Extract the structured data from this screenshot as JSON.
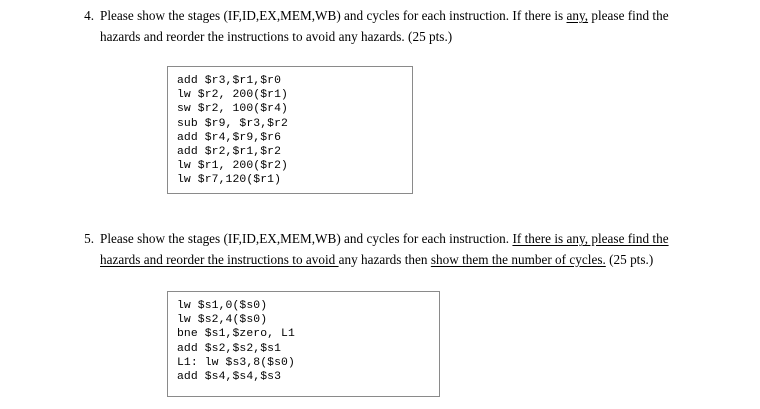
{
  "document": {
    "background_color": "#ffffff",
    "text_color": "#000000",
    "box_border_color": "#8a8a8a"
  },
  "questions": [
    {
      "number": "4.",
      "text_segments": [
        {
          "text": "Please show the stages (IF,ID,EX,MEM,WB) and cycles for each instruction. If there is ",
          "underline": false
        },
        {
          "text": "any,",
          "underline": true
        },
        {
          "text": " please find the hazards and reorder the instructions to avoid any hazards. (25 pts.)",
          "underline": false
        }
      ],
      "plain_text": "Please show the stages (IF,ID,EX,MEM,WB) and cycles for each instruction. If there is any, please find the hazards and reorder the instructions to avoid any hazards. (25 pts.)",
      "code_lines": [
        "add $r3,$r1,$r0",
        "lw $r2, 200($r1)",
        "sw $r2, 100($r4)",
        "sub $r9, $r3,$r2",
        "add $r4,$r9,$r6",
        "add $r2,$r1,$r2",
        "lw $r1, 200($r2)",
        "lw $r7,120($r1)"
      ]
    },
    {
      "number": "5.",
      "text_segments": [
        {
          "text": "Please show the stages (IF,ID,EX,MEM,WB) and cycles for each instruction. ",
          "underline": false
        },
        {
          "text": "If there is any, please find the hazards and reorder the instructions to avoid ",
          "underline": true
        },
        {
          "text": "any hazards then ",
          "underline": false
        },
        {
          "text": "show them the number of cycles.",
          "underline": true
        },
        {
          "text": " (25 pts.)",
          "underline": false
        }
      ],
      "plain_text": "Please show the stages (IF,ID,EX,MEM,WB) and cycles for each instruction. If there is any, please find the hazards and reorder the instructions to avoid any hazards then show them the number of cycles. (25 pts.)",
      "code_lines": [
        "lw $s1,0($s0)",
        "lw $s2,4($s0)",
        "bne $s1,$zero, L1",
        "add $s2,$s2,$s1",
        "L1: lw $s3,8($s0)",
        "add $s4,$s4,$s3"
      ]
    }
  ]
}
